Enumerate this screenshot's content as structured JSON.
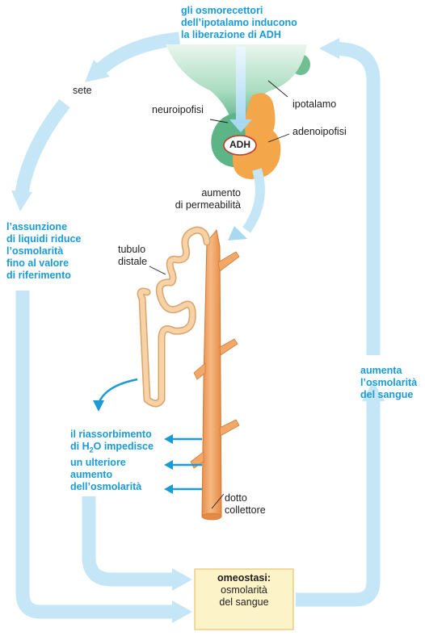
{
  "labels": {
    "osmoreceptors": "gli osmorecettori\ndell’ipotalamo inducono\nla liberazione di ADH",
    "thirst": "sete",
    "intake": "l’assunzione\ndi liquidi riduce\nl’osmolarità\nfino al valore\ndi riferimento",
    "neurohypophysis": "neuroipofisi",
    "hypothalamus": "ipotalamo",
    "adenohypophysis": "adenoipofisi",
    "adh": "ADH",
    "permeability": "aumento\ndi permeabilità",
    "distal_tubule": "tubulo\ndistale",
    "reabsorption_pre": "il riassorbimento\ndi H",
    "reabsorption_sub": "2",
    "reabsorption_post": "O impedisce\nun ulteriore\naumento\ndell’osmolarità",
    "collecting_duct": "dotto\ncollettore",
    "increases": "aumenta\nl’osmolarità\ndel sangue",
    "homeostasis_title": "omeostasi:",
    "homeostasis_body": "osmolarità\ndel sangue"
  },
  "colors": {
    "flow_arrow": "#c5e6f6",
    "flow_arrow_edge": "#9fd3ee",
    "accent_blue": "#1a9bd7",
    "hypothalamus_green": "#7fc8a4",
    "pituitary_orange": "#f3a64a",
    "tubule_fill": "#f7d2a6",
    "duct_fill": "#f2a869",
    "box_fill": "#fdf3c9",
    "box_border": "#e8c46a"
  }
}
